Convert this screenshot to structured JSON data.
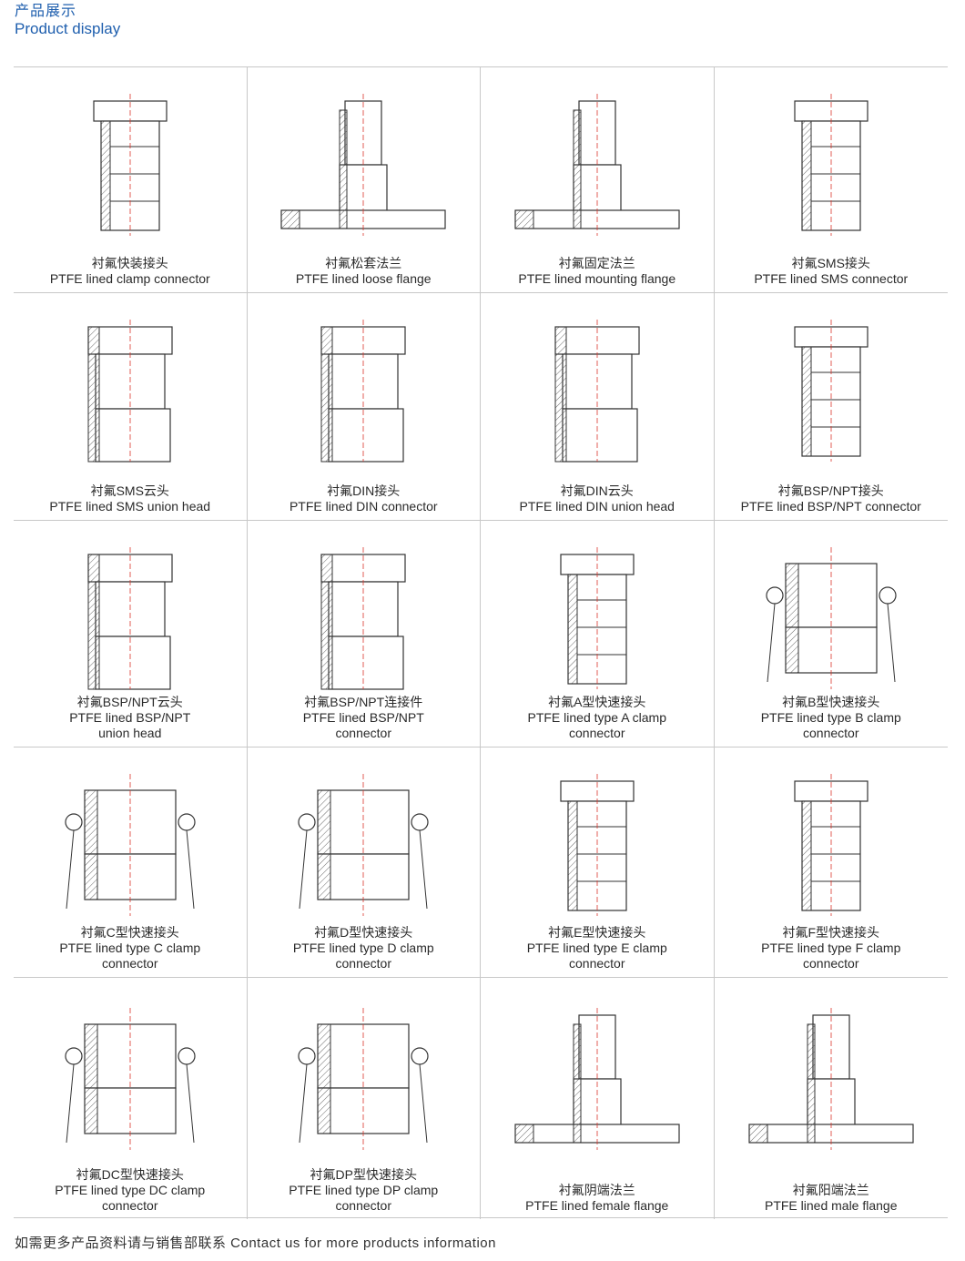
{
  "header": {
    "title_cn": "产品展示",
    "title_en": "Product display"
  },
  "footer": {
    "text": "如需更多产品资料请与销售部联系 Contact us for more products information"
  },
  "colors": {
    "accent": "#1f5fae",
    "centerline": "#d9342b",
    "grid_line": "#c8c8c8"
  },
  "products": [
    {
      "cn": "衬氟快装接头",
      "en": "PTFE lined clamp connector",
      "icon": "clamp-connector-icon"
    },
    {
      "cn": "衬氟松套法兰",
      "en": "PTFE lined loose flange",
      "icon": "loose-flange-icon"
    },
    {
      "cn": "衬氟固定法兰",
      "en": "PTFE lined mounting flange",
      "icon": "mounting-flange-icon"
    },
    {
      "cn": "衬氟SMS接头",
      "en": "PTFE lined SMS connector",
      "icon": "sms-connector-icon"
    },
    {
      "cn": "衬氟SMS云头",
      "en": "PTFE lined SMS union head",
      "icon": "sms-union-head-icon"
    },
    {
      "cn": "衬氟DIN接头",
      "en": "PTFE lined DIN connector",
      "icon": "din-connector-icon"
    },
    {
      "cn": "衬氟DIN云头",
      "en": "PTFE lined DIN union head",
      "icon": "din-union-head-icon"
    },
    {
      "cn": "衬氟BSP/NPT接头",
      "en": "PTFE lined BSP/NPT connector",
      "icon": "bsp-npt-connector-icon"
    },
    {
      "cn": "衬氟BSP/NPT云头",
      "en1": "PTFE lined BSP/NPT",
      "en2": "union head",
      "icon": "bsp-npt-union-head-icon"
    },
    {
      "cn": "衬氟BSP/NPT连接件",
      "en1": "PTFE lined BSP/NPT",
      "en2": "connector",
      "icon": "bsp-npt-fitting-icon"
    },
    {
      "cn": "衬氟A型快速接头",
      "en1": "PTFE lined type A clamp",
      "en2": "connector",
      "icon": "type-a-clamp-icon"
    },
    {
      "cn": "衬氟B型快速接头",
      "en1": "PTFE lined type B clamp",
      "en2": "connector",
      "icon": "type-b-clamp-icon"
    },
    {
      "cn": "衬氟C型快速接头",
      "en1": "PTFE lined type C clamp",
      "en2": "connector",
      "icon": "type-c-clamp-icon"
    },
    {
      "cn": "衬氟D型快速接头",
      "en1": "PTFE lined type D clamp",
      "en2": "connector",
      "icon": "type-d-clamp-icon"
    },
    {
      "cn": "衬氟E型快速接头",
      "en1": "PTFE lined type E clamp",
      "en2": "connector",
      "icon": "type-e-clamp-icon"
    },
    {
      "cn": "衬氟F型快速接头",
      "en1": "PTFE lined type F clamp",
      "en2": "connector",
      "icon": "type-f-clamp-icon"
    },
    {
      "cn": "衬氟DC型快速接头",
      "en1": "PTFE lined type DC clamp",
      "en2": "connector",
      "icon": "type-dc-clamp-icon"
    },
    {
      "cn": "衬氟DP型快速接头",
      "en1": "PTFE lined type DP clamp",
      "en2": "connector",
      "icon": "type-dp-clamp-icon"
    },
    {
      "cn": "衬氟阴端法兰",
      "en": "PTFE lined female flange",
      "icon": "female-flange-icon"
    },
    {
      "cn": "衬氟阳端法兰",
      "en": "PTFE lined male flange",
      "icon": "male-flange-icon"
    }
  ]
}
